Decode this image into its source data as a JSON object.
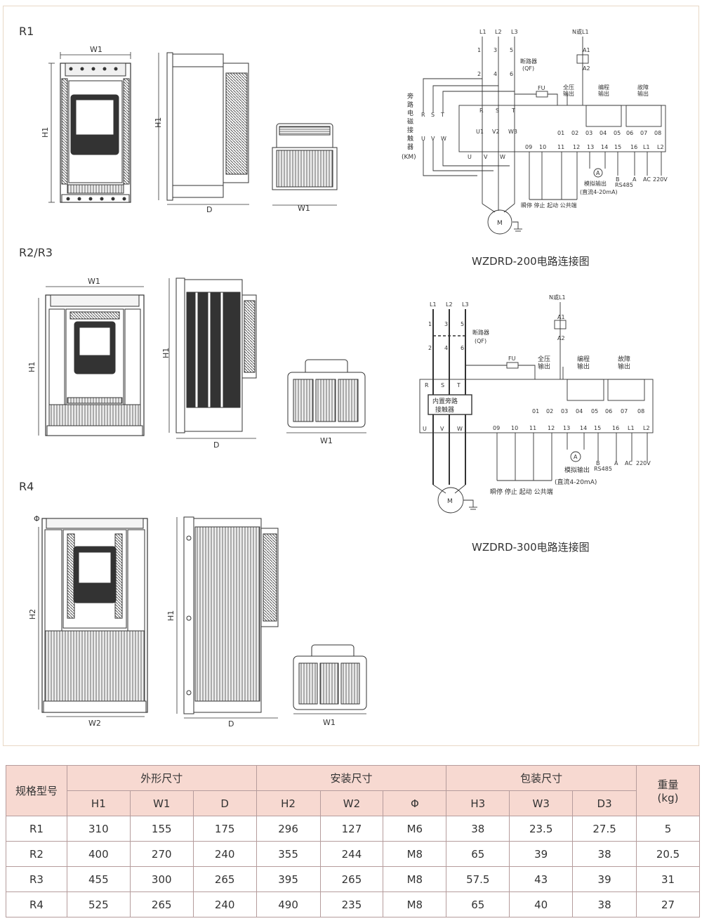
{
  "sections": {
    "r1": "R1",
    "r23": "R2/R3",
    "r4": "R4"
  },
  "dims": {
    "w1": "W1",
    "w2": "W2",
    "h1": "H1",
    "h2": "H2",
    "d": "D",
    "phi": "Φ"
  },
  "diagram200": {
    "title": "WZDRD-200电路连接图",
    "lines": [
      "L1",
      "L2",
      "L3",
      "N或L1"
    ],
    "breaker_nums": [
      "1",
      "3",
      "5",
      "2",
      "4",
      "6"
    ],
    "breaker": "断路器",
    "breaker_code": "(QF)",
    "coil": [
      "A1",
      "A2"
    ],
    "bypass_label": [
      "旁",
      "路",
      "电",
      "磁",
      "接",
      "触",
      "器",
      "(KM)"
    ],
    "km_top": [
      "R",
      "S",
      "T"
    ],
    "km_bottom": [
      "U",
      "V",
      "W"
    ],
    "input_terms": [
      "R",
      "S",
      "T"
    ],
    "output_terms": [
      "U1",
      "V2",
      "W3"
    ],
    "small_terms": [
      "U",
      "V",
      "W"
    ],
    "fu": "FU",
    "relay_groups": [
      "全压\n输出",
      "编程\n输出",
      "故障\n输出"
    ],
    "relay_nums": [
      "01",
      "02",
      "03",
      "04",
      "05",
      "06",
      "07",
      "08"
    ],
    "bottom_nums": [
      "09",
      "10",
      "11",
      "12",
      "13",
      "14",
      "15",
      "16",
      "L1",
      "L2"
    ],
    "analog": [
      "模拟输出",
      "(直流4-20mA)"
    ],
    "rs485": [
      "B",
      "A",
      "RS485"
    ],
    "ac": [
      "AC",
      "220V"
    ],
    "ctrl": "瞬停 停止 起动 公共端",
    "ammeter": "A",
    "motor": "M"
  },
  "diagram300": {
    "title": "WZDRD-300电路连接图",
    "lines": [
      "L1",
      "L2",
      "L3",
      "N或L1"
    ],
    "breaker_nums": [
      "1",
      "3",
      "5",
      "2",
      "4",
      "6"
    ],
    "breaker": "断路器",
    "breaker_code": "(QF)",
    "coil": [
      "A1",
      "A2"
    ],
    "input_terms": [
      "R",
      "S",
      "T"
    ],
    "output_terms": [
      "U",
      "V",
      "W"
    ],
    "builtin": [
      "内置旁路",
      "接触器"
    ],
    "fu": "FU",
    "relay_groups": [
      "全压\n输出",
      "编程\n输出",
      "故障\n输出"
    ],
    "relay_nums": [
      "01",
      "02",
      "03",
      "04",
      "05",
      "06",
      "07",
      "08"
    ],
    "bottom_nums": [
      "09",
      "10",
      "11",
      "12",
      "13",
      "14",
      "15",
      "16",
      "L1",
      "L2"
    ],
    "analog": [
      "模拟输出",
      "(直流4-20mA)"
    ],
    "rs485": [
      "B",
      "A",
      "RS485"
    ],
    "ac": [
      "AC",
      "220V"
    ],
    "ctrl": "瞬停 停止 起动 公共端",
    "ammeter": "A",
    "motor": "M"
  },
  "table": {
    "model_header": "规格型号",
    "groups": [
      "外形尺寸",
      "安装尺寸",
      "包装尺寸"
    ],
    "weight_header": [
      "重量",
      "(kg)"
    ],
    "sub_headers": [
      "H1",
      "W1",
      "D",
      "H2",
      "W2",
      "Φ",
      "H3",
      "W3",
      "D3"
    ],
    "rows": [
      [
        "R1",
        "310",
        "155",
        "175",
        "296",
        "127",
        "M6",
        "38",
        "23.5",
        "27.5",
        "5"
      ],
      [
        "R2",
        "400",
        "270",
        "240",
        "355",
        "244",
        "M8",
        "65",
        "39",
        "38",
        "20.5"
      ],
      [
        "R3",
        "455",
        "300",
        "265",
        "395",
        "265",
        "M8",
        "57.5",
        "43",
        "39",
        "31"
      ],
      [
        "R4",
        "525",
        "265",
        "240",
        "490",
        "235",
        "M8",
        "65",
        "40",
        "38",
        "27"
      ]
    ]
  },
  "colors": {
    "frame": "#e8d8c6",
    "header_bg": "#f7d9d1",
    "table_border": "#b59c9c",
    "line": "#333333"
  }
}
